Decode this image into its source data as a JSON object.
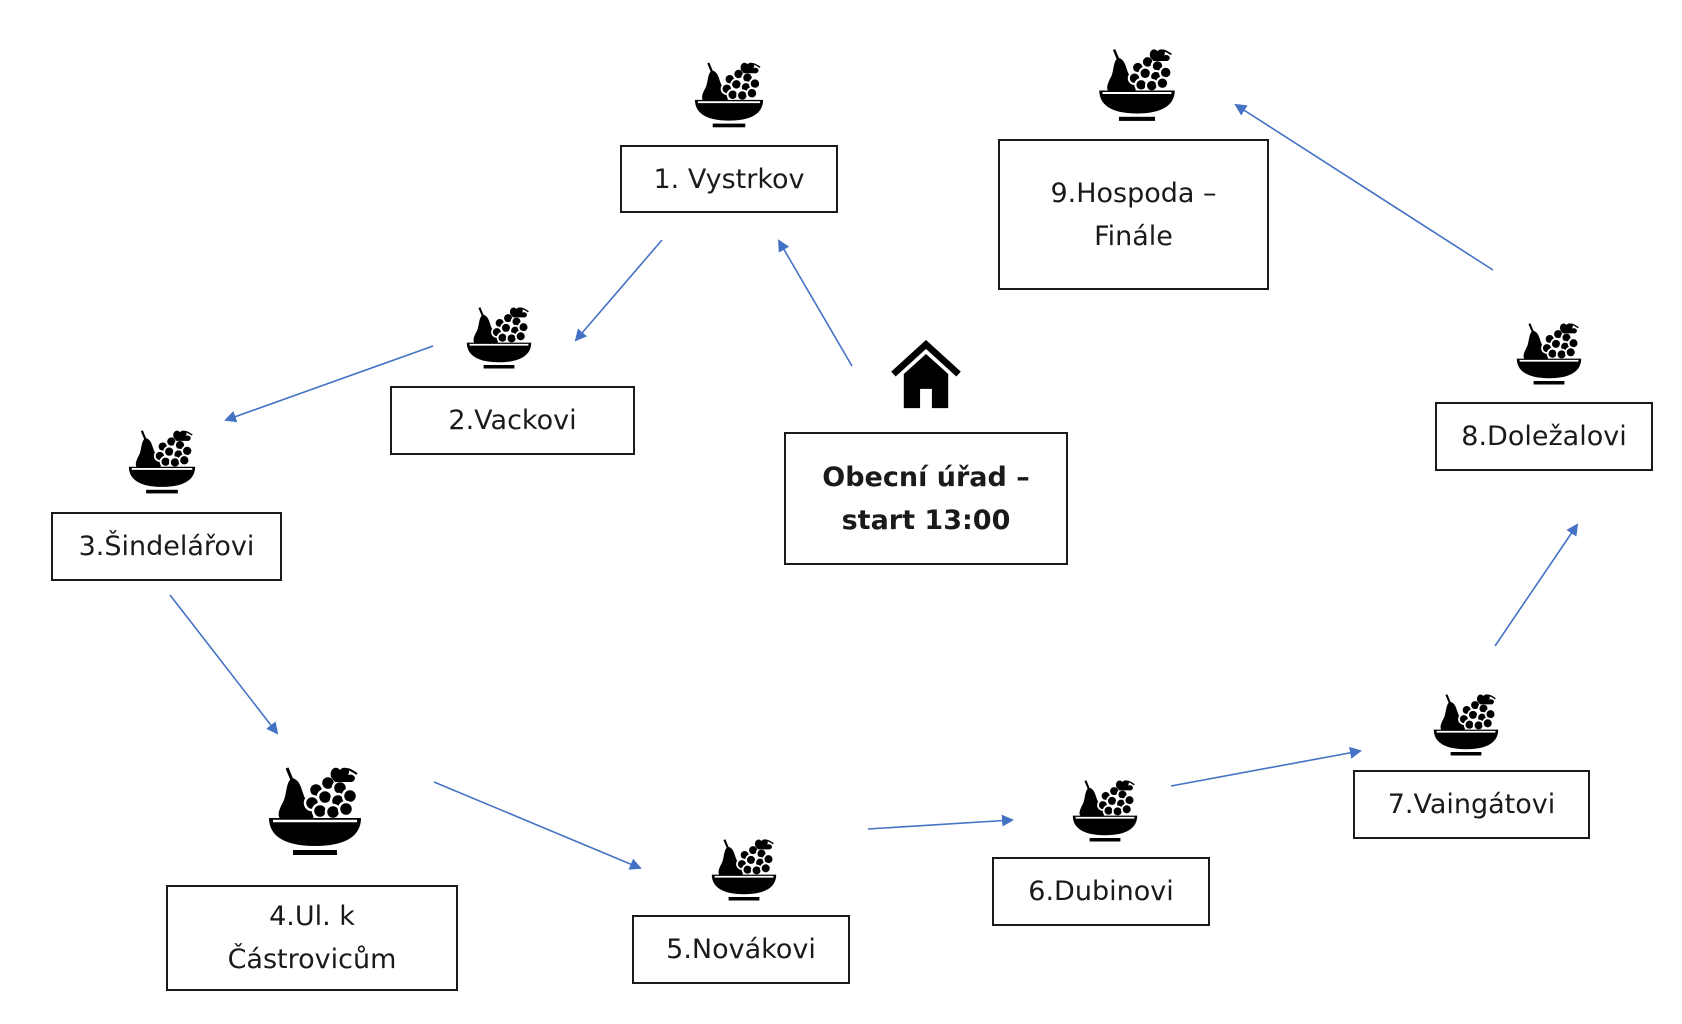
{
  "stops": [
    {
      "id": "start",
      "label": "Obecní úřad –\nstart 13:00",
      "icon": "house-icon"
    },
    {
      "id": "stop1",
      "label": "1. Vystrkov",
      "icon": "fruit-bowl-icon"
    },
    {
      "id": "stop2",
      "label": "2.Vackovi",
      "icon": "fruit-bowl-icon"
    },
    {
      "id": "stop3",
      "label": "3.Šindelářovi",
      "icon": "fruit-bowl-icon"
    },
    {
      "id": "stop4",
      "label": "4.Ul. k\nČástrovicům",
      "icon": "fruit-bowl-icon"
    },
    {
      "id": "stop5",
      "label": "5.Novákovi",
      "icon": "fruit-bowl-icon"
    },
    {
      "id": "stop6",
      "label": "6.Dubinovi",
      "icon": "fruit-bowl-icon"
    },
    {
      "id": "stop7",
      "label": "7.Vaingátovi",
      "icon": "fruit-bowl-icon"
    },
    {
      "id": "stop8",
      "label": "8.Doležalovi",
      "icon": "fruit-bowl-icon"
    },
    {
      "id": "stop9",
      "label": "9.Hospoda –\nFinále",
      "icon": "fruit-bowl-icon"
    }
  ],
  "route": [
    "start",
    "stop1",
    "stop2",
    "stop3",
    "stop4",
    "stop5",
    "stop6",
    "stop7",
    "stop8",
    "stop9"
  ],
  "colors": {
    "arrow": "#4472c4",
    "box_border": "#1a1a1a",
    "icon": "#000000"
  }
}
